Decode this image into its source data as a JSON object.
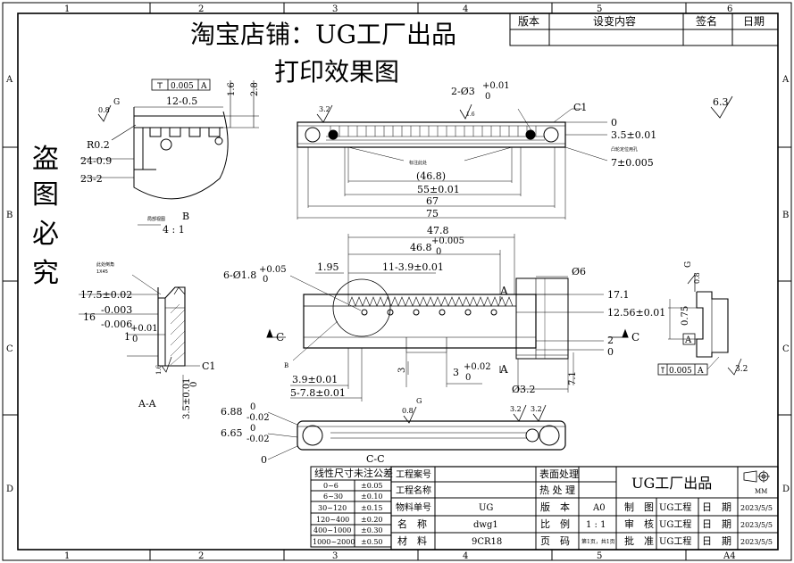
{
  "frame": {
    "cols_top": [
      "1",
      "2",
      "3",
      "4",
      "5",
      "6"
    ],
    "cols_bottom": [
      "1",
      "2",
      "3",
      "4",
      "5",
      "A4"
    ],
    "rows": [
      "A",
      "B",
      "C",
      "D"
    ]
  },
  "title": {
    "line1": "淘宝店铺：UG工厂出品",
    "line2": "打印效果图",
    "watermark": [
      "盗",
      "图",
      "必",
      "究"
    ]
  },
  "revision": {
    "headers": [
      "版本",
      "设变内容",
      "签名",
      "日期"
    ]
  },
  "views": {
    "top": {
      "dims": [
        "2-Ø3",
        "+0.01",
        "0",
        "C1",
        "0",
        "3.5±0.01",
        "(46.8)",
        "55±0.01",
        "67",
        "75",
        "7±0.005",
        "3.2",
        "1.6"
      ],
      "small_notes": [
        "凸轮定位用孔",
        "标注此处"
      ]
    },
    "detail_b": {
      "dims": [
        "0.005",
        "A",
        "12-0.5",
        "1.6",
        "2.8",
        "G",
        "0.8",
        "R0.2",
        "24-0.9",
        "23-2"
      ],
      "label": "B",
      "scale": "4 : 1",
      "caption_small": "局部视图"
    },
    "roughness_note": {
      "symbol": "6.3"
    },
    "front": {
      "dims": [
        "47.8",
        "46.8",
        "+0.005",
        "0",
        "6-Ø1.8",
        "+0.05",
        "0",
        "1.95",
        "11-3.9±0.01",
        "Ø6",
        "17.1",
        "12.56±0.01",
        "2",
        "0",
        "3",
        "3",
        "+0.02",
        "0",
        "3.9±0.01",
        "5-7.8±0.01",
        "Ø3.2",
        "7.1",
        "A",
        "A",
        "C",
        "C",
        "B"
      ]
    },
    "section_aa": {
      "dims": [
        "17.5±0.02",
        "16",
        "-0.003",
        "-0.006",
        "1",
        "+0.01",
        "0",
        "1.6",
        "C1",
        "3.5±0.01",
        "0"
      ],
      "label": "A-A",
      "small_notes": [
        "此处倒角",
        "1X45"
      ]
    },
    "section_cc": {
      "dims": [
        "6.88",
        "0",
        "-0.02",
        "6.65",
        "0",
        "-0.02",
        "0",
        "0.8",
        "G",
        "3.2",
        "3.2"
      ],
      "label": "C-C"
    },
    "side": {
      "dims": [
        "G",
        "0.8",
        "0.75",
        "A",
        "0.005",
        "A",
        "3.2"
      ]
    }
  },
  "tolerance_table": {
    "header": "线性尺寸未注公差",
    "rows": [
      {
        "range": "0~6",
        "tol": "±0.05"
      },
      {
        "range": "6~30",
        "tol": "±0.10"
      },
      {
        "range": "30~120",
        "tol": "±0.15"
      },
      {
        "range": "120~400",
        "tol": "±0.20"
      },
      {
        "range": "400~1000",
        "tol": "±0.30"
      },
      {
        "range": "1000~2000",
        "tol": "±0.50"
      }
    ]
  },
  "title_block": {
    "gc_label": "工程案号",
    "gm_label": "工程名称",
    "wl_label": "物料单号",
    "wl_value": "UG",
    "mc_label": "名　称",
    "mc_value": "dwg1",
    "cl_label": "材　料",
    "cl_value": "9CR18",
    "bm_label": "表面处理",
    "rc_label": "热 处 理",
    "bb_label": "版　本",
    "bb_value": "A0",
    "bl_label": "比　例",
    "bl_value": "1 : 1",
    "ym_label": "页　码",
    "ym_value": "第1页，共1页",
    "company": "UG工厂出品",
    "unit": "MM",
    "zt_label": "制　图",
    "sh_label": "审　核",
    "pz_label": "批　准",
    "person": "UG工程",
    "rq_label": "日　期",
    "date": "2023/5/5"
  }
}
